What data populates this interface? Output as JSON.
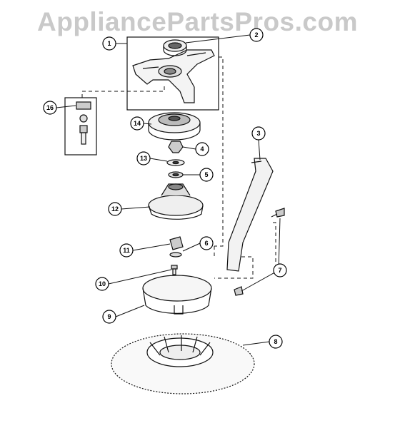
{
  "watermark": "AppliancePartsPros.com",
  "callouts": {
    "c1": "1",
    "c2": "2",
    "c3": "3",
    "c4": "4",
    "c5": "5",
    "c6": "6",
    "c7": "7",
    "c8": "8",
    "c9": "9",
    "c10": "10",
    "c11": "11",
    "c12": "12",
    "c13": "13",
    "c14": "14",
    "c16": "16"
  }
}
